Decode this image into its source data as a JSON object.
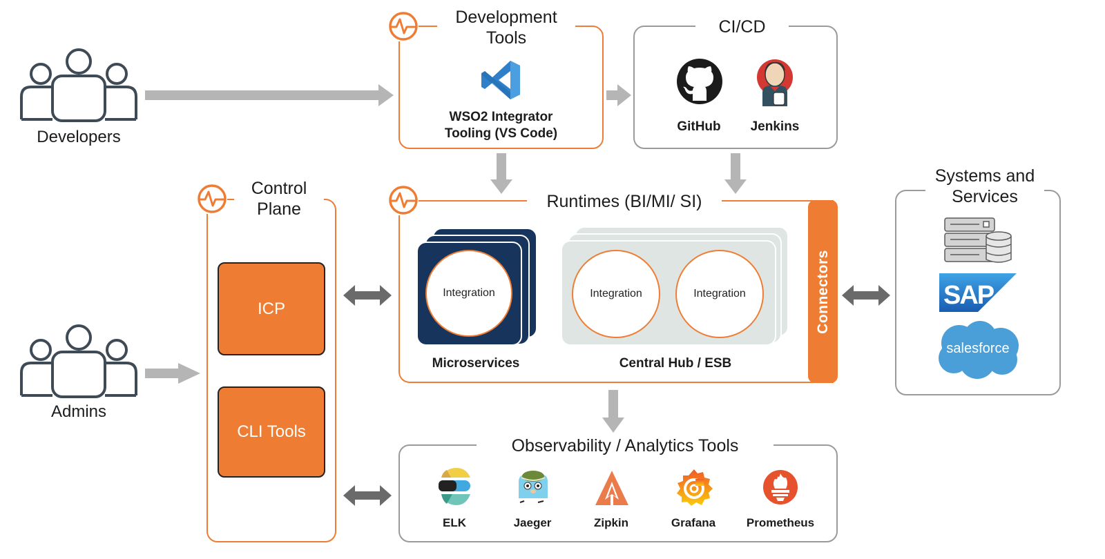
{
  "actors": {
    "developers": {
      "label": "Developers",
      "icon": "people-group-icon"
    },
    "admins": {
      "label": "Admins",
      "icon": "people-group-icon"
    }
  },
  "development_tools": {
    "title_line1": "Development",
    "title_line2": "Tools",
    "icon": "pulse-icon",
    "item": {
      "icon": "vscode-logo-icon",
      "label_line1": "WSO2 Integrator",
      "label_line2": "Tooling (VS Code)"
    }
  },
  "cicd": {
    "title": "CI/CD",
    "items": [
      {
        "icon": "github-logo-icon",
        "label": "GitHub"
      },
      {
        "icon": "jenkins-logo-icon",
        "label": "Jenkins"
      }
    ]
  },
  "control_plane": {
    "title_line1": "Control",
    "title_line2": "Plane",
    "icon": "pulse-icon",
    "items": [
      {
        "label": "ICP"
      },
      {
        "label": "CLI Tools"
      }
    ]
  },
  "runtimes": {
    "title": "Runtimes (BI/MI/ SI)",
    "icon": "pulse-icon",
    "microservices": {
      "label": "Microservices",
      "integration": "Integration"
    },
    "central_hub": {
      "label": "Central Hub / ESB",
      "integrations": [
        "Integration",
        "Integration"
      ]
    },
    "connectors": "Connectors"
  },
  "systems": {
    "title_line1": "Systems and",
    "title_line2": "Services",
    "items": [
      {
        "icon": "server-database-icon"
      },
      {
        "icon": "sap-logo-icon",
        "label": "SAP"
      },
      {
        "icon": "salesforce-logo-icon",
        "label": "salesforce"
      }
    ]
  },
  "observability": {
    "title": "Observability / Analytics Tools",
    "items": [
      {
        "icon": "elk-logo-icon",
        "label": "ELK"
      },
      {
        "icon": "jaeger-logo-icon",
        "label": "Jaeger"
      },
      {
        "icon": "zipkin-logo-icon",
        "label": "Zipkin"
      },
      {
        "icon": "grafana-logo-icon",
        "label": "Grafana"
      },
      {
        "icon": "prometheus-logo-icon",
        "label": "Prometheus"
      }
    ]
  },
  "colors": {
    "accent_orange": "#ee7d33",
    "navy": "#17345d",
    "light_panel": "#dfe5e2",
    "arrow_light": "#b5b5b5",
    "arrow_dark": "#6a6a6a",
    "border_gray": "#9a9a9a"
  }
}
